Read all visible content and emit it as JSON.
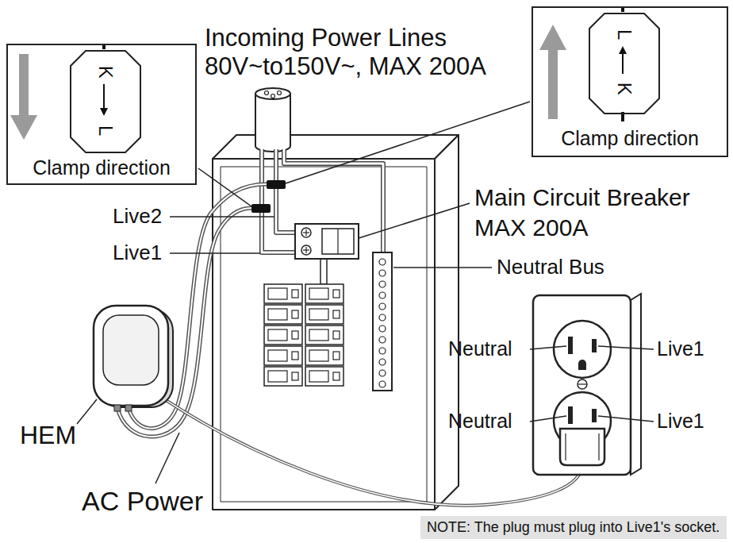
{
  "diagram": {
    "nodes": [
      {
        "text": [
          "Clamp direction"
        ]
      },
      {
        "text": [
          "K",
          "L"
        ],
        "in": 0
      },
      {
        "text": [
          "Clamp direction"
        ]
      },
      {
        "text": [
          "L",
          "K"
        ],
        "in": 2
      },
      {
        "text": [
          "NOTE: The plug must plug into Live1's socket."
        ]
      }
    ],
    "labels": [
      "Incoming Power Lines",
      "80V~to150V~, MAX 200A",
      "Main Circuit Breaker",
      "MAX 200A",
      "Live2",
      "Live1",
      "Neutral Bus",
      "Neutral",
      "Live1",
      "Neutral",
      "Live1",
      "HEM",
      "AC Power"
    ]
  }
}
